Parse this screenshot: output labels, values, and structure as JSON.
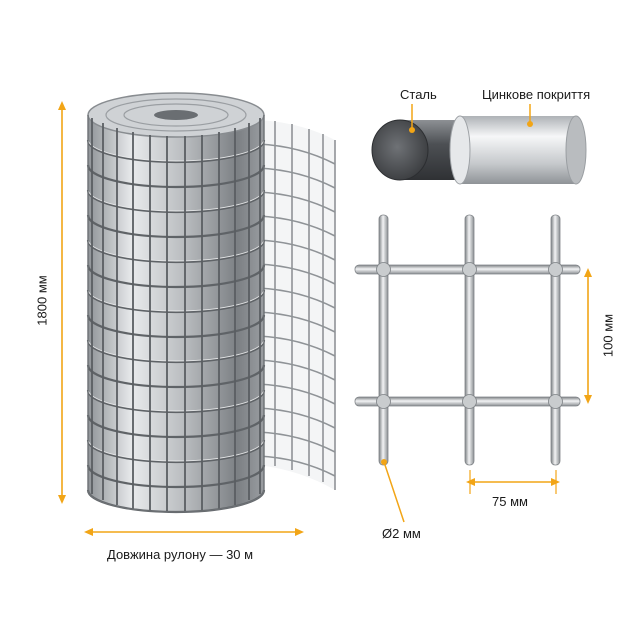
{
  "labels": {
    "height": "1800 мм",
    "roll_length": "Довжина рулону — 30 м",
    "steel": "Сталь",
    "zinc_coating": "Цинкове покриття",
    "cell_height": "100 мм",
    "cell_width": "75 мм",
    "wire_diameter": "Ø2 мм"
  },
  "colors": {
    "accent": "#f2a516",
    "text": "#1a1a1a",
    "steel_dark": "#5e6166",
    "zinc_light": "#d9dcdf"
  }
}
